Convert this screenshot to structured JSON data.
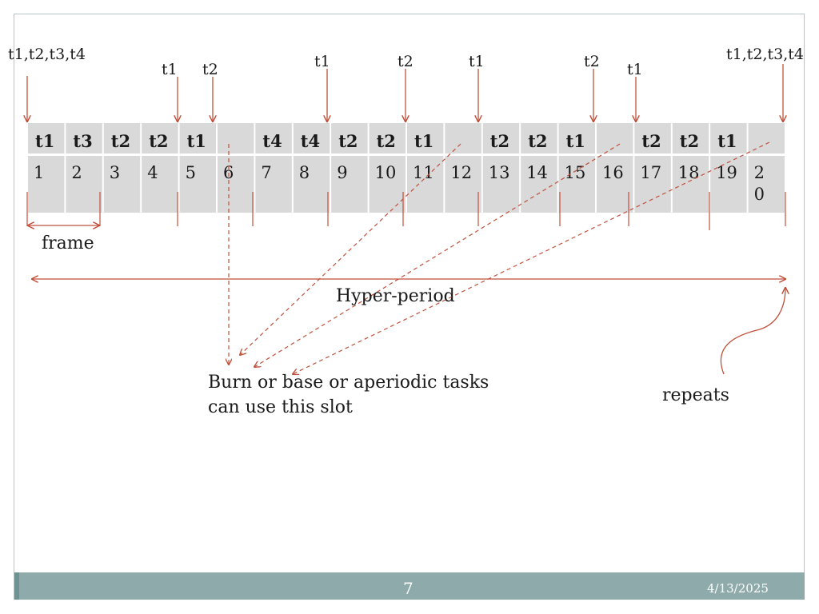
{
  "slots": [
    {
      "task": "t1",
      "num": "1"
    },
    {
      "task": "t3",
      "num": "2"
    },
    {
      "task": "t2",
      "num": "3"
    },
    {
      "task": "t2",
      "num": "4"
    },
    {
      "task": "t1",
      "num": "5"
    },
    {
      "task": "",
      "num": "6"
    },
    {
      "task": "t4",
      "num": "7"
    },
    {
      "task": "t4",
      "num": "8"
    },
    {
      "task": "t2",
      "num": "9"
    },
    {
      "task": "t2",
      "num": "10"
    },
    {
      "task": "t1",
      "num": "11"
    },
    {
      "task": "",
      "num": "12"
    },
    {
      "task": "t2",
      "num": "13"
    },
    {
      "task": "t2",
      "num": "14"
    },
    {
      "task": "t1",
      "num": "15"
    },
    {
      "task": "",
      "num": "16"
    },
    {
      "task": "t2",
      "num": "17"
    },
    {
      "task": "t2",
      "num": "18"
    },
    {
      "task": "t1",
      "num": "19"
    },
    {
      "task": "",
      "num": "2\n0"
    }
  ],
  "arrivals": [
    {
      "label": "t1,t2,t3,t4"
    },
    {
      "label": "t1"
    },
    {
      "label": "t2"
    },
    {
      "label": "t1"
    },
    {
      "label": "t2"
    },
    {
      "label": "t1"
    },
    {
      "label": "t2"
    },
    {
      "label": "t1"
    },
    {
      "label": "t1,t2,t3,t4"
    }
  ],
  "labels": {
    "frame": "frame",
    "hyper_period": "Hyper-period",
    "slot_note_line1": "Burn or base or aperiodic tasks",
    "slot_note_line2": "can use this slot",
    "repeats": "repeats"
  },
  "footer": {
    "page_number": "7",
    "date": "4/13/2025"
  },
  "colors": {
    "arrow": "#c0503a",
    "cell": "#d9d9d9",
    "footer": "#8eaaaa"
  }
}
